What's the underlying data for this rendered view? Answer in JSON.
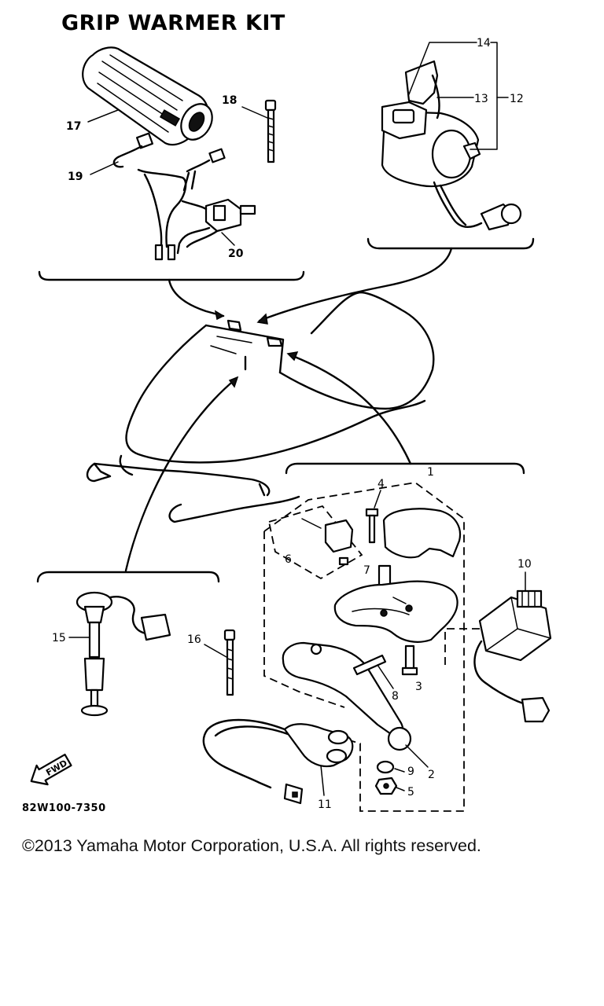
{
  "title": "GRIP WARMER KIT",
  "copyright": "©2013 Yamaha Motor Corporation, U.S.A. All rights reserved.",
  "diagram_code": "82W100-7350",
  "fwd_label": "FWD",
  "callouts": {
    "c1": "1",
    "c2": "2",
    "c3": "3",
    "c4": "4",
    "c5": "5",
    "c6": "6",
    "c7": "7",
    "c8": "8",
    "c9": "9",
    "c10": "10",
    "c11": "11",
    "c12": "12",
    "c13": "13",
    "c14": "14",
    "c15": "15",
    "c16": "16",
    "c17": "17",
    "c18": "18",
    "c19": "19",
    "c20": "20"
  }
}
